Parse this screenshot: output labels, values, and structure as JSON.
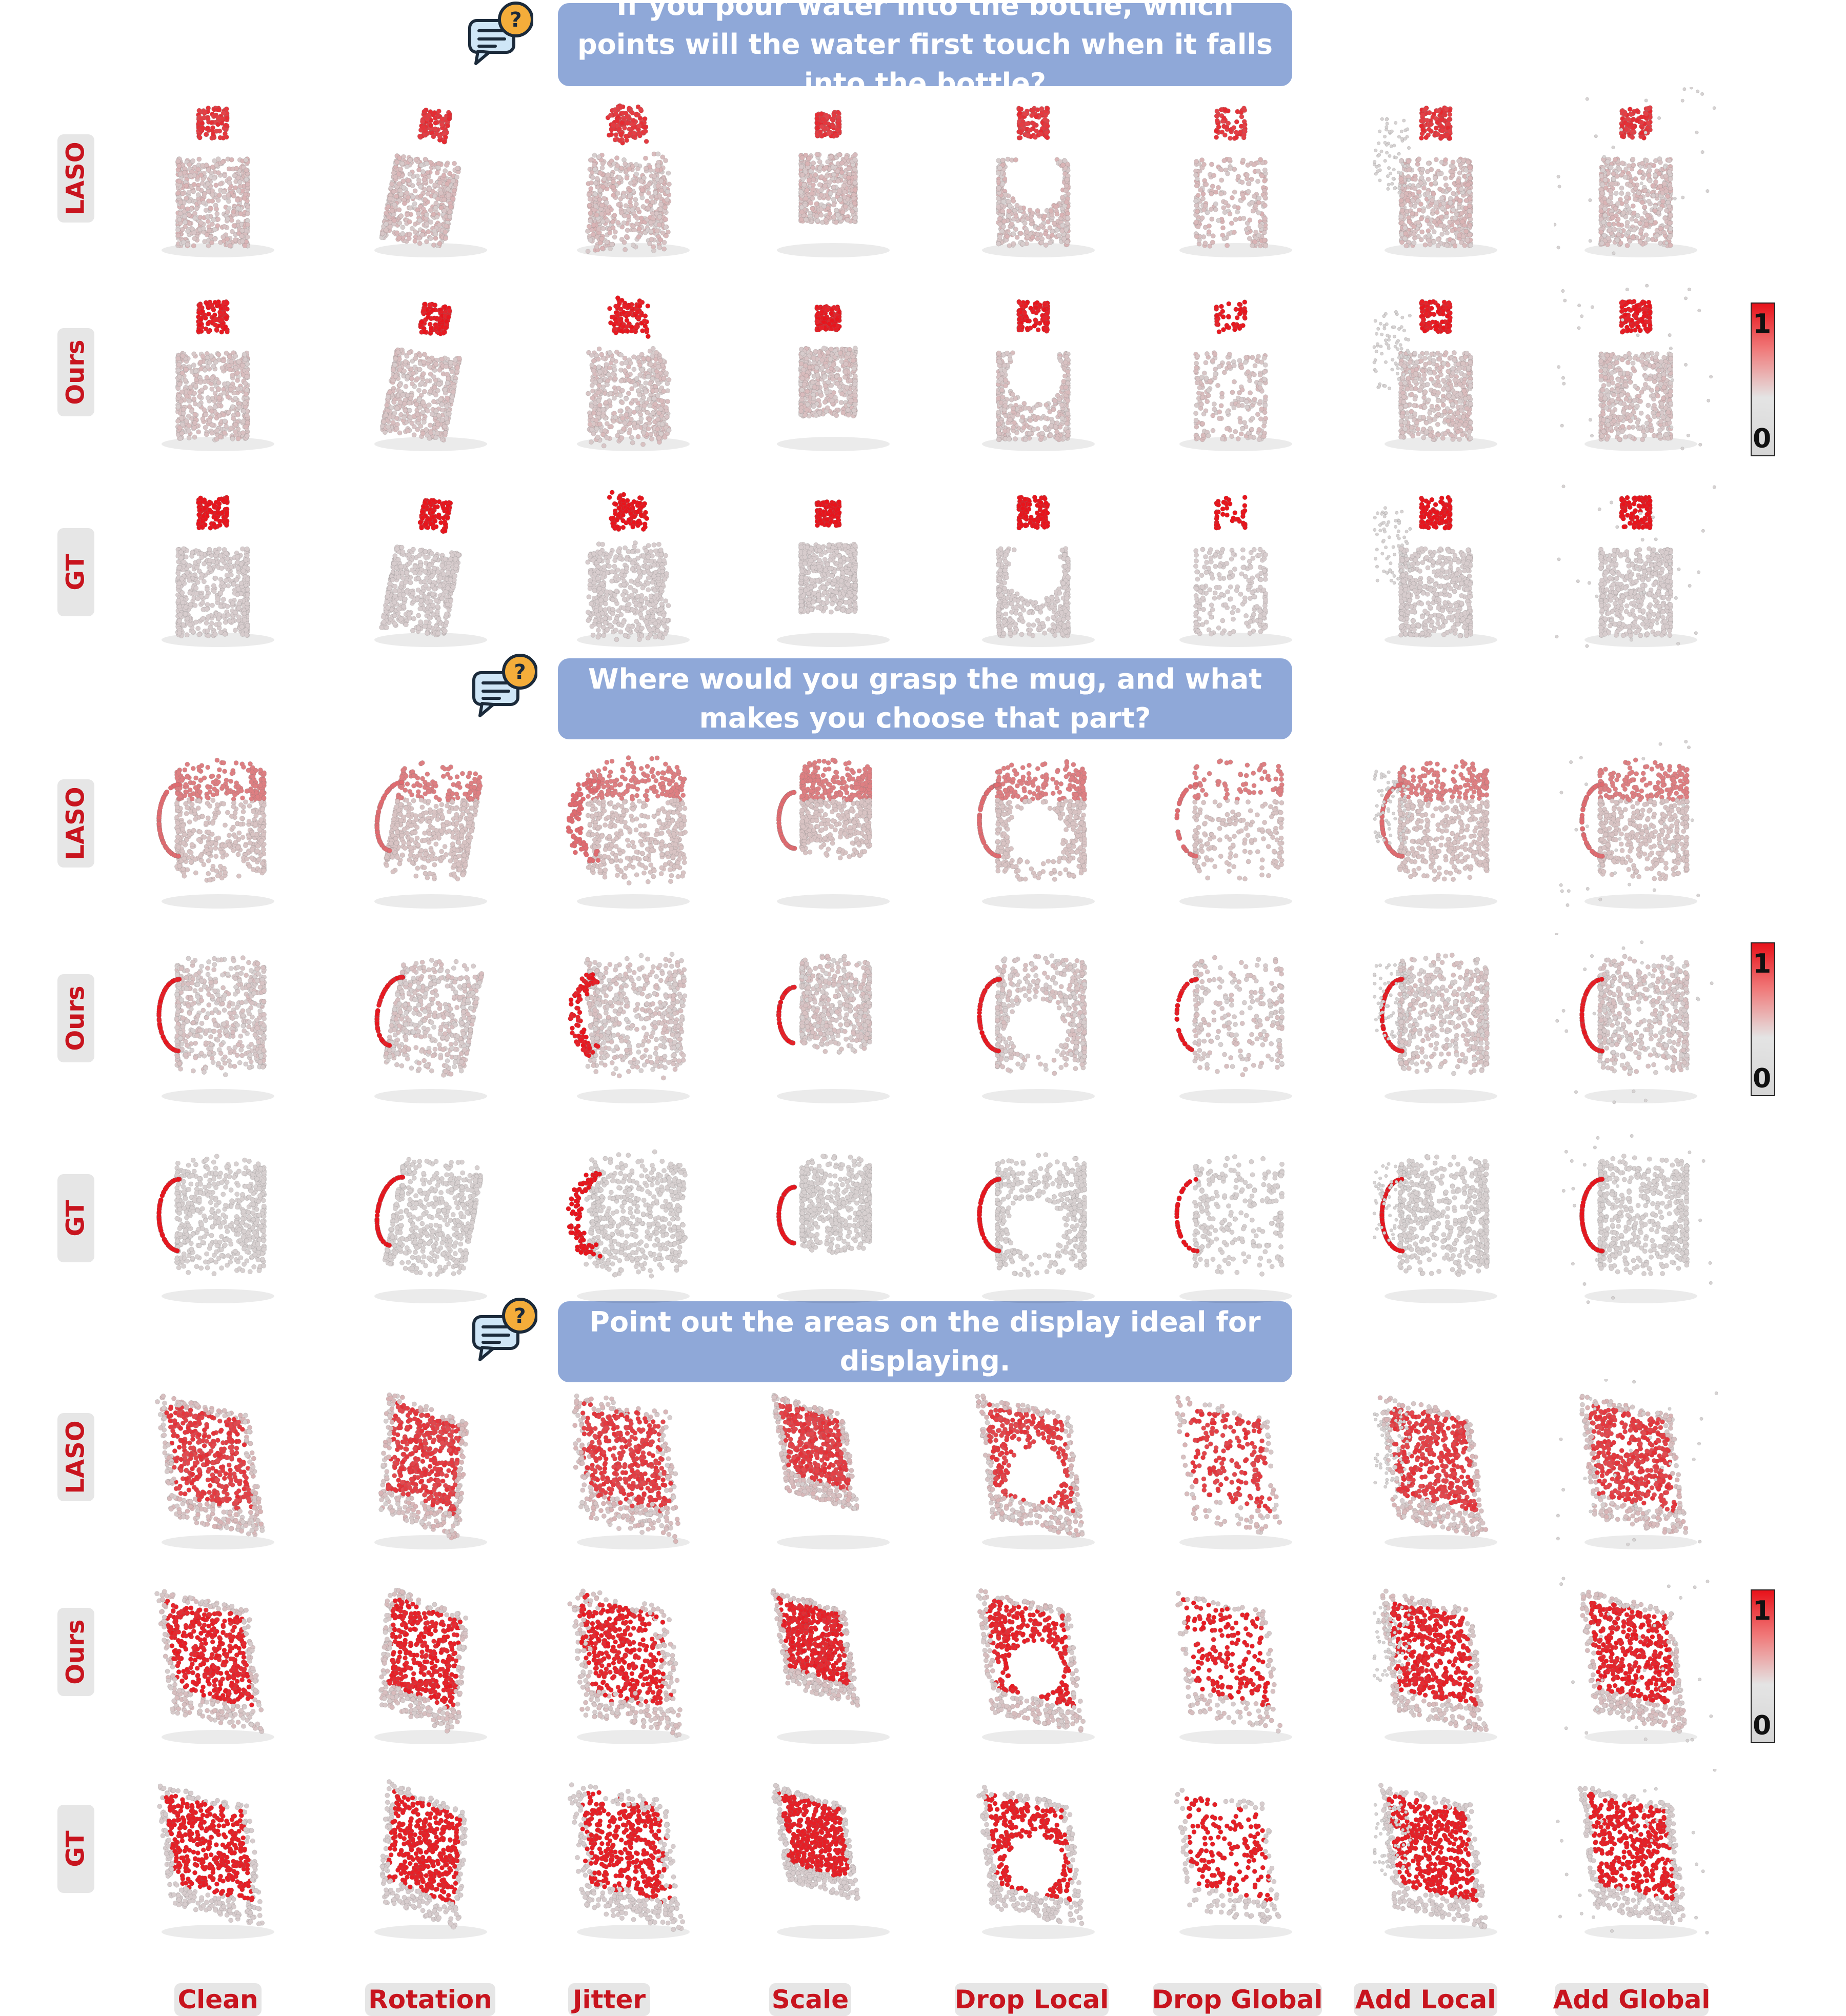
{
  "questions": [
    "If you pour water into the bottle, which points will the water first touch when it falls into the bottle?",
    "Where would you grasp the mug, and what makes you choose that part?",
    "Point out the areas on the display ideal for displaying."
  ],
  "row_labels": [
    "LASO",
    "Ours",
    "GT"
  ],
  "column_labels": [
    "Clean",
    "Rotation",
    "Jitter",
    "Scale",
    "Drop Local",
    "Drop Global",
    "Add Local",
    "Add Global"
  ],
  "colorbar": {
    "max_label": "1",
    "min_label": "0",
    "high_color": "#e8121a",
    "low_color": "#d6d6d6"
  },
  "objects": [
    "bottle",
    "mug",
    "display"
  ],
  "icons": {
    "question": "chat-question-icon"
  }
}
